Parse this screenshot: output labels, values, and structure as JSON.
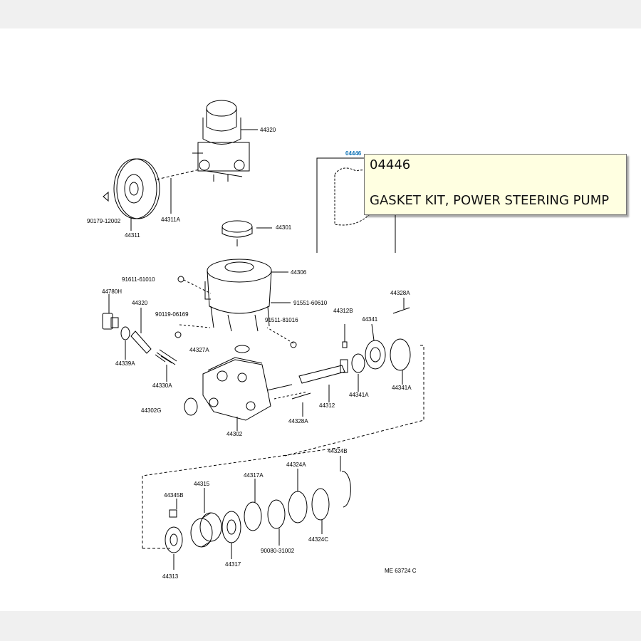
{
  "diagram": {
    "labels": {
      "l44320": "44320",
      "l44311A": "44311A",
      "l44311": "44311",
      "l90179": "90179-12002",
      "l44301": "44301",
      "l44306": "44306",
      "l91611": "91611-61010",
      "l44780h": "44780H",
      "l44320b": "44320",
      "l90119": "90119-06169",
      "l91551": "91551-60610",
      "l44328A_top": "44328A",
      "l44212B": "44312B",
      "l44341": "44341",
      "l44327A": "44327A",
      "l91511": "91511-81016",
      "l44339A": "44339A",
      "l44330A": "44330A",
      "l44302G": "44302G",
      "l44302": "44302",
      "l44312": "44312",
      "l44341A": "44341A",
      "l44341A2": "44341A",
      "l44328A": "44328A",
      "l44324B": "44324B",
      "l44324A": "44324A",
      "l44317A": "44317A",
      "l44315": "44315",
      "l44345B": "44345B",
      "l90080": "90080-31002",
      "l44324C": "44324C",
      "l44317": "44317",
      "l44313": "44313",
      "figref": "ME 63724 C",
      "kit_code": "04446"
    }
  },
  "tooltip": {
    "code": "04446",
    "description": "GASKET KIT, POWER STEERING PUMP"
  }
}
